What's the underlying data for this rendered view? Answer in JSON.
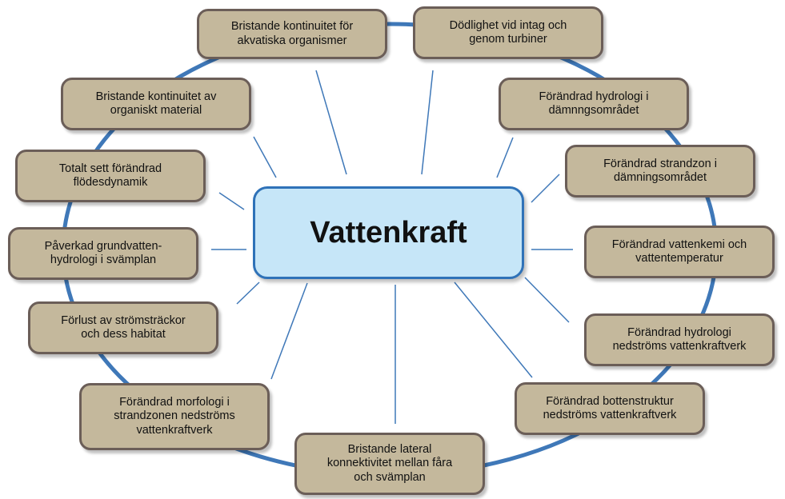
{
  "colors": {
    "ring": "#3f78b8",
    "spoke": "#3f78b8",
    "node_fill": "#c4b89c",
    "node_border": "#6b5e58",
    "center_fill": "#c6e6f8",
    "center_border": "#2f72b8"
  },
  "center": {
    "label": "Vattenkraft"
  },
  "nodes": [
    {
      "label": "Bristande kontinuitet för\nakvatiska organismer"
    },
    {
      "label": "Dödlighet vid intag och\ngenom turbiner"
    },
    {
      "label": "Förändrad hydrologi i\ndämnngsområdet"
    },
    {
      "label": "Förändrad strandzon i\ndämningsområdet"
    },
    {
      "label": "Förändrad vattenkemi och\nvattentemperatur"
    },
    {
      "label": "Förändrad hydrologi\nnedströms vattenkraftverk"
    },
    {
      "label": "Förändrad bottenstruktur\nnedströms vattenkraftverk"
    },
    {
      "label": "Bristande lateral\nkonnektivitet mellan fåra\noch svämplan"
    },
    {
      "label": "Förändrad morfologi i\nstrandzonen nedströms\nvattenkraftverk"
    },
    {
      "label": "Förlust av strömsträckor\noch dess habitat"
    },
    {
      "label": "Påverkad grundvatten-\nhydrologi i svämplan"
    },
    {
      "label": "Totalt sett förändrad\nflödesdynamik"
    },
    {
      "label": "Bristande kontinuitet av\norganiskt material"
    }
  ]
}
